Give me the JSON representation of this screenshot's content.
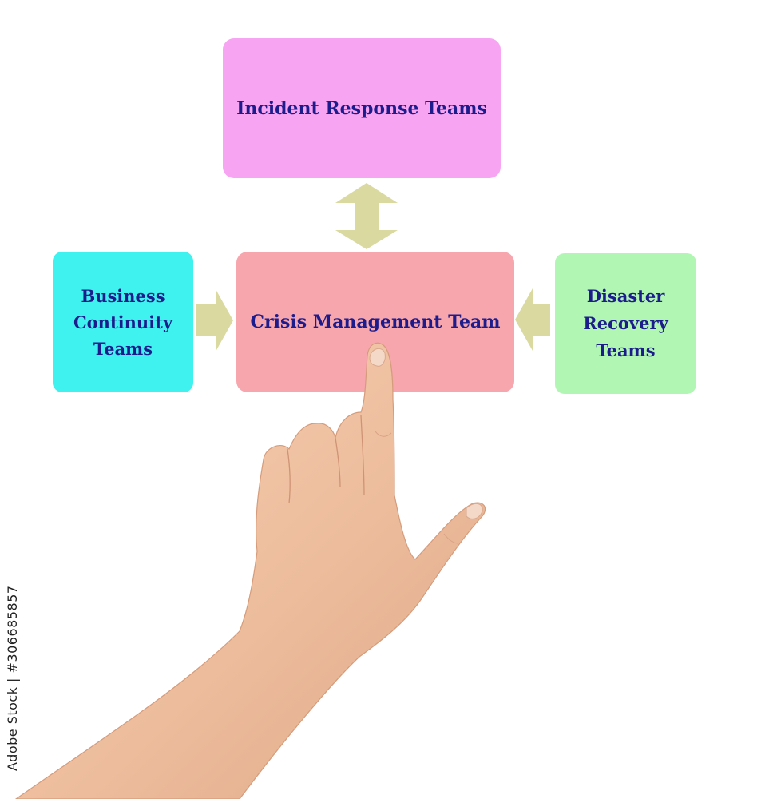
{
  "diagram": {
    "nodes": {
      "top": {
        "label": "Incident Response Teams",
        "color": "#f7a4f2"
      },
      "center": {
        "label": "Crisis Management Team",
        "color": "#f7a6ad"
      },
      "left": {
        "label_lines": [
          "Business",
          "Continuity",
          "Teams"
        ],
        "color": "#3ff2f0"
      },
      "right": {
        "label_lines": [
          "Disaster",
          "Recovery",
          "Teams"
        ],
        "color": "#b2f6b4"
      }
    },
    "edges": [
      {
        "from": "top",
        "to": "center",
        "kind": "bidirectional"
      },
      {
        "from": "left",
        "to": "center",
        "kind": "directed"
      },
      {
        "from": "right",
        "to": "center",
        "kind": "directed"
      }
    ],
    "arrow_color": "#dadaa0"
  },
  "watermark": {
    "id_text": "Adobe Stock | #306685857"
  }
}
